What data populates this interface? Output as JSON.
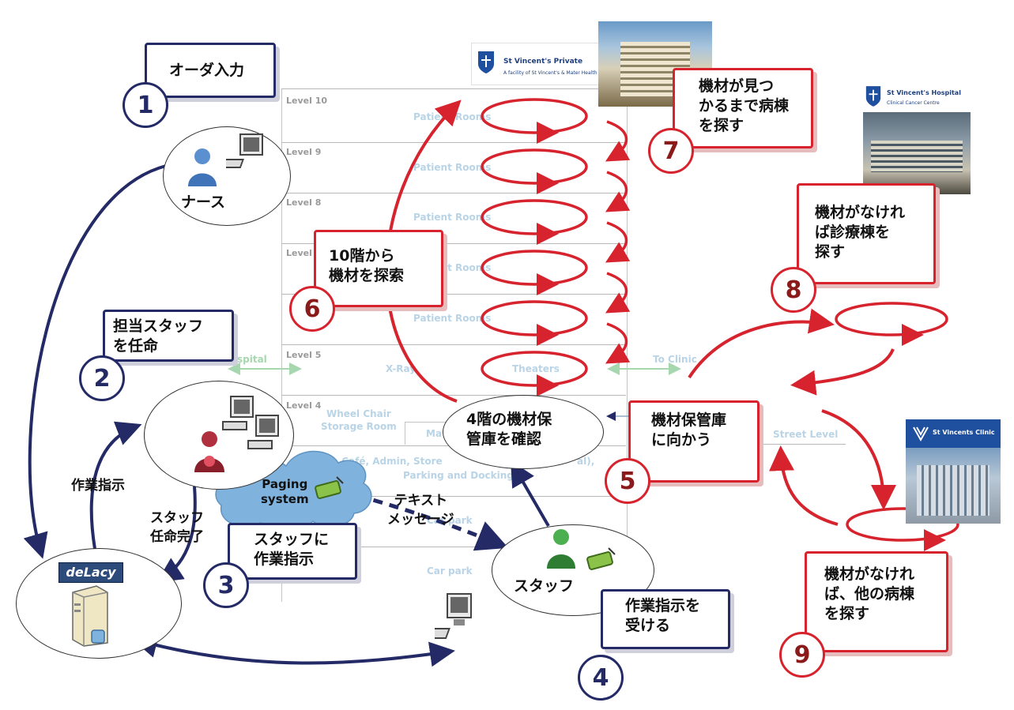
{
  "floors": {
    "labels": [
      "Level 10",
      "Level 9",
      "Level 8",
      "Level 7",
      "Level 5",
      "Level 4"
    ],
    "patient_rooms": "Patient Rooms",
    "xray": "X-Ray",
    "theaters": "Theaters",
    "wheel_chair": "Wheel Chair\nStorage Room",
    "ma": "Ma",
    "kitchen": "Kitchen, Café, Admin, Store",
    "kitchen_tail": "al),",
    "parking": "Parking and Docking",
    "car_park_1": "Car park",
    "car_park_2": "Car park"
  },
  "links": {
    "hospital": "spital",
    "to_clinic": "To Clinic",
    "street_level": "Street Level"
  },
  "logos": {
    "private": "St Vincent's Private",
    "private_sub": "A facility of St Vincent's & Mater Health Sydney",
    "hospital": "St Vincent's Hospital",
    "hospital_sub": "Clinical Cancer Centre",
    "clinic": "St Vincents Clinic"
  },
  "nodes": {
    "nurse": "ナース",
    "staff": "スタッフ",
    "check_storage": "4階の機材保\n管庫を確認",
    "paging": "Paging\nsystem",
    "delacy": "deLacy"
  },
  "edge_labels": {
    "instruction": "作業指示",
    "assign_done": "スタッフ\n任命完了",
    "text_message": "テキスト\nメッセージ"
  },
  "steps": [
    {
      "num": "1",
      "text": "オーダ入力"
    },
    {
      "num": "2",
      "text": "担当スタッフ\nを任命"
    },
    {
      "num": "3",
      "text": "スタッフに\n作業指示"
    },
    {
      "num": "4",
      "text": "作業指示を\n受ける"
    },
    {
      "num": "5",
      "text": "機材保管庫\nに向かう"
    },
    {
      "num": "6",
      "text": "10階から\n機材を探索"
    },
    {
      "num": "7",
      "text": "機材が見つ\nかるまで病棟\nを探す"
    },
    {
      "num": "8",
      "text": "機材がなけれ\nば診療棟を\n探す"
    },
    {
      "num": "9",
      "text": "機材がなけれ\nば、他の病棟\nを探す"
    }
  ],
  "colors": {
    "blue": "#232a66",
    "red": "#d6232d",
    "cloud": "#7fb3de"
  }
}
